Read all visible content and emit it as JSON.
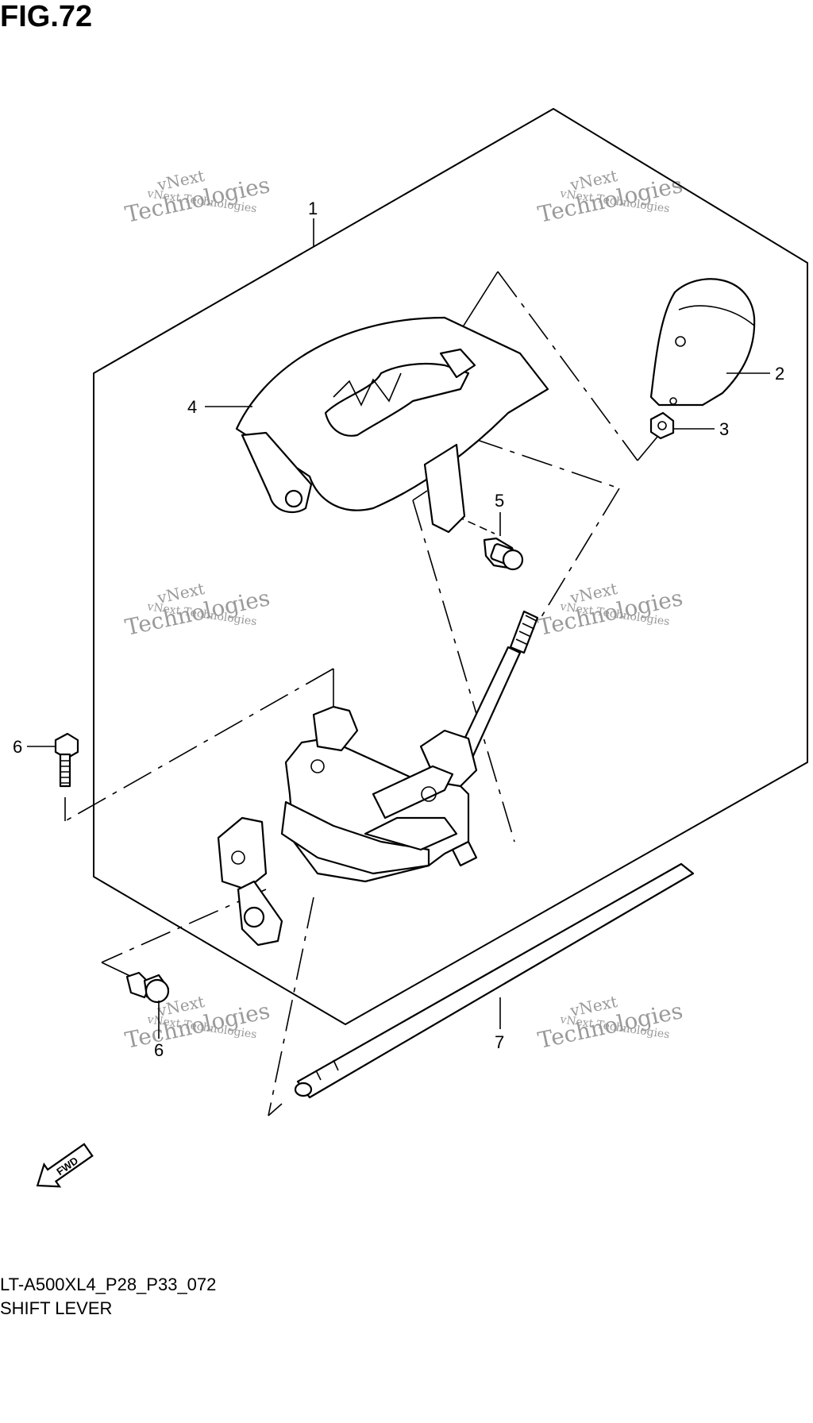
{
  "figure": {
    "title": "FIG.72"
  },
  "footer": {
    "code": "LT-A500XL4_P28_P33_072",
    "name": "SHIFT LEVER"
  },
  "callouts": [
    {
      "id": "1",
      "label": "1"
    },
    {
      "id": "2",
      "label": "2"
    },
    {
      "id": "3",
      "label": "3"
    },
    {
      "id": "4",
      "label": "4"
    },
    {
      "id": "5",
      "label": "5"
    },
    {
      "id": "6a",
      "label": "6"
    },
    {
      "id": "6b",
      "label": "6"
    },
    {
      "id": "7",
      "label": "7"
    }
  ],
  "badge": {
    "label": "FWD",
    "icon": "forward-arrow-icon"
  },
  "watermark": {
    "line1": "vNext",
    "line2": "vNext Technologies",
    "line3": "Technologies"
  }
}
